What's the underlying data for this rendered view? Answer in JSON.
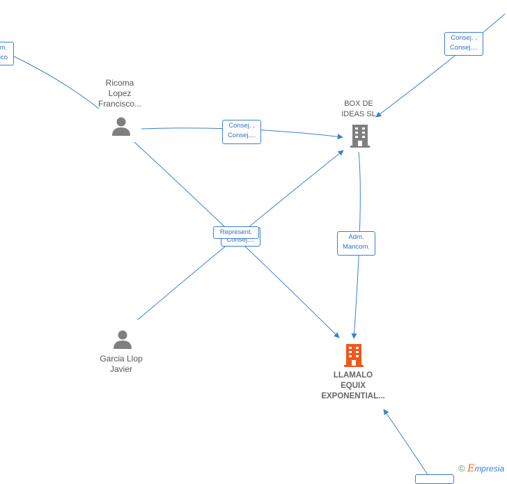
{
  "nodes": {
    "ricoma": {
      "name": "Ricoma\nLopez\nFrancisco...",
      "type": "person"
    },
    "garcia": {
      "name": "Garcia Llop\nJavier",
      "type": "person"
    },
    "box_de_ideas": {
      "name": "BOX DE\nIDEAS SL",
      "type": "company"
    },
    "llamalo": {
      "name": "LLAMALO\nEQUIX\nEXPONENTIAL...",
      "type": "company-main"
    }
  },
  "edge_labels": {
    "topleft": "m.\nico",
    "topright": "Consej. ,\nConsej....",
    "ricoma_box": "Consej. ,\nConsej....",
    "represent": "Represent.",
    "consej_under": "Consej....",
    "adm_mancom": "Adm.\nMancom."
  },
  "colors": {
    "edge": "#3a7fd5",
    "person_icon": "#7f7f7f",
    "company_icon": "#7f7f7f",
    "main_company_icon": "#f0571d"
  },
  "footer": {
    "copyright": "©",
    "brand_initial": "E",
    "brand_rest": "mpresia"
  }
}
